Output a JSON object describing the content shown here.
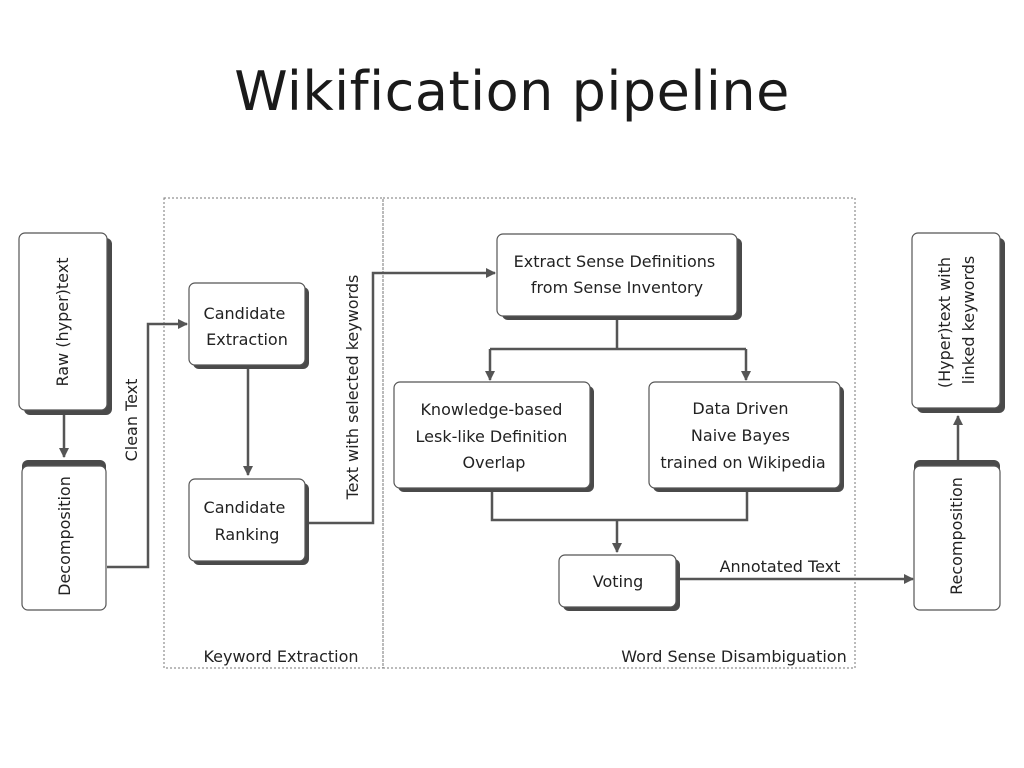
{
  "title": "Wikification pipeline",
  "groups": {
    "keyword_extraction": "Keyword Extraction",
    "word_sense_disambiguation": "Word Sense Disambiguation"
  },
  "nodes": {
    "raw_text": "Raw (hyper)text",
    "decomposition": "Decomposition",
    "candidate_extraction": [
      "Candidate",
      "Extraction"
    ],
    "candidate_ranking": [
      "Candidate",
      "Ranking"
    ],
    "extract_sense": [
      "Extract Sense Definitions",
      "from Sense Inventory"
    ],
    "knowledge_based": [
      "Knowledge-based",
      "Lesk-like Definition",
      "Overlap"
    ],
    "data_driven": [
      "Data Driven",
      "Naive Bayes",
      "trained on Wikipedia"
    ],
    "voting": "Voting",
    "recomposition": "Recomposition",
    "linked_text": [
      "(Hyper)text with",
      "linked keywords"
    ]
  },
  "edge_labels": {
    "clean_text": "Clean Text",
    "text_with_selected_keywords": "Text with selected keywords",
    "annotated_text": "Annotated Text"
  }
}
